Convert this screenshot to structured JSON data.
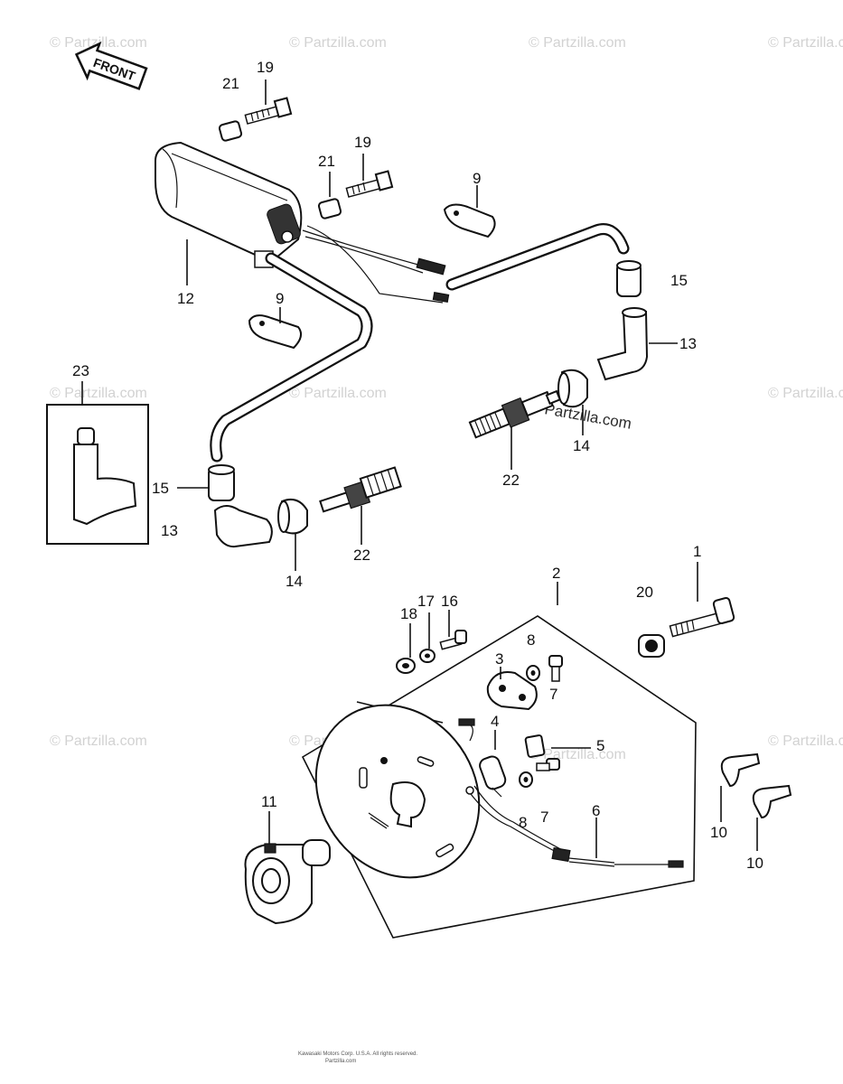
{
  "watermark": {
    "text": "© Partzilla.com",
    "inline_text": "© Partzilla.com"
  },
  "front_arrow": {
    "label": "FRONT"
  },
  "callouts": {
    "c1": "1",
    "c2": "2",
    "c3": "3",
    "c4": "4",
    "c5": "5",
    "c6": "6",
    "c7a": "7",
    "c7b": "7",
    "c8a": "8",
    "c8b": "8",
    "c9a": "9",
    "c9b": "9",
    "c10a": "10",
    "c10b": "10",
    "c11": "11",
    "c12": "12",
    "c13a": "13",
    "c13b": "13",
    "c14a": "14",
    "c14b": "14",
    "c15a": "15",
    "c15b": "15",
    "c16": "16",
    "c17": "17",
    "c18": "18",
    "c19a": "19",
    "c19b": "19",
    "c20": "20",
    "c21a": "21",
    "c21b": "21",
    "c22a": "22",
    "c22b": "22",
    "c23": "23"
  },
  "footer": {
    "line1": "Kawasaki Motors Corp. U.S.A. All rights reserved.",
    "line2": "Partzilla.com"
  },
  "icons": [
    "front-arrow-icon"
  ]
}
